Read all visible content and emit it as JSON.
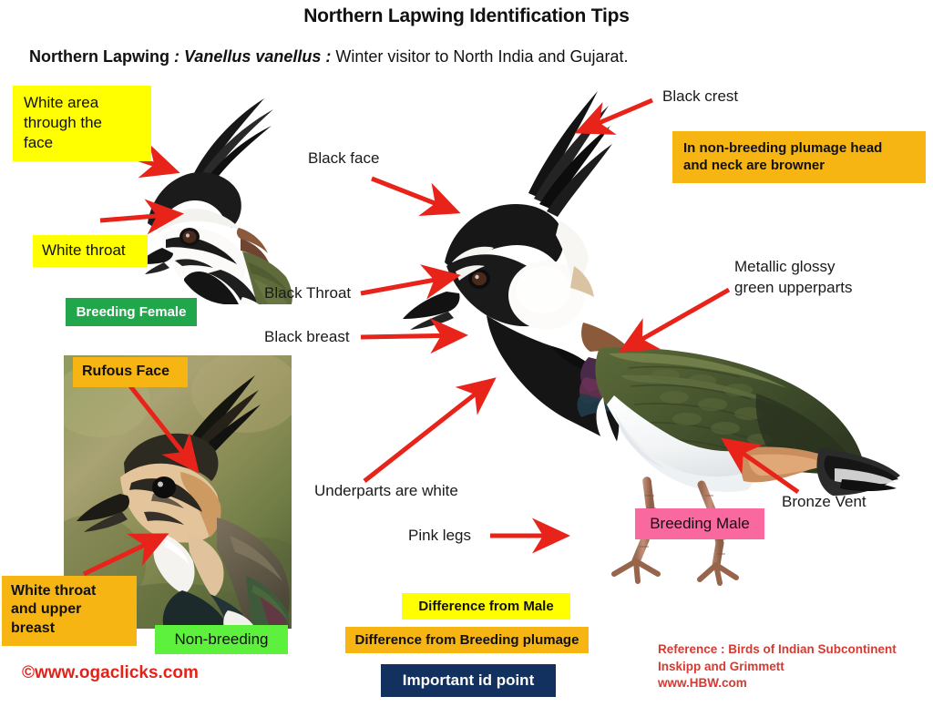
{
  "page": {
    "title": "Northern Lapwing Identification Tips",
    "subtitle": {
      "common_name": "Northern Lapwing",
      "sep1": " : ",
      "scientific_name": "Vanellus vanellus",
      "sep2": " : ",
      "status": " Winter visitor to  North India and Gujarat."
    },
    "site_credit": "©www.ogaclicks.com",
    "reference": {
      "line1": "Reference : Birds of Indian Subcontinent",
      "line2": "Inskipp and Grimmett",
      "line3": "www.HBW.com"
    }
  },
  "panels": {
    "breeding_female": {
      "caption": "Breeding Female",
      "callouts": [
        {
          "text": "White area\nthrough the\nface",
          "style": "yellow"
        },
        {
          "text": "White throat",
          "style": "yellow"
        }
      ]
    },
    "non_breeding": {
      "caption": "Non-breeding",
      "callouts": [
        {
          "text": "Rufous Face",
          "style": "orange"
        },
        {
          "text": "White throat\nand upper\nbreast",
          "style": "orange"
        }
      ]
    },
    "breeding_male": {
      "caption": "Breeding Male",
      "note_box": "In non-breeding plumage head\nand neck are  browner",
      "callouts": [
        {
          "text": "Black crest",
          "style": "plain"
        },
        {
          "text": "Black face",
          "style": "plain"
        },
        {
          "text": "Black Throat",
          "style": "plain"
        },
        {
          "text": "Black breast",
          "style": "plain"
        },
        {
          "text": "Metallic  glossy\ngreen upperparts",
          "style": "plain"
        },
        {
          "text": "Underparts are white",
          "style": "plain"
        },
        {
          "text": "Pink legs",
          "style": "plain"
        },
        {
          "text": "Bronze Vent",
          "style": "plain"
        }
      ]
    }
  },
  "labels": {
    "white_area_through_face_l1": "White area",
    "white_area_through_face_l2": "through the",
    "white_area_through_face_l3": "face",
    "white_throat": "White throat",
    "breeding_female_caption": "Breeding Female",
    "rufous_face": "Rufous Face",
    "white_throat_upper_l1": "White throat",
    "white_throat_upper_l2": "and upper",
    "white_throat_upper_l3": "breast",
    "non_breeding_caption": "Non-breeding",
    "black_face": "Black face",
    "black_throat": "Black Throat",
    "black_breast": "Black breast",
    "black_crest": "Black crest",
    "non_breeding_note_l1": "In non-breeding plumage head",
    "non_breeding_note_l2": "and neck are  browner",
    "metallic_glossy_l1": "Metallic  glossy",
    "metallic_glossy_l2": "green upperparts",
    "underparts_are_white": "Underparts are white",
    "pink_legs": "Pink legs",
    "bronze_vent": "Bronze Vent",
    "breeding_male_caption": "Breeding Male"
  },
  "legend": {
    "difference_from_male": "Difference from Male",
    "difference_from_breeding": "Difference from Breeding plumage",
    "important_id_point": "Important  id point"
  },
  "colors": {
    "yellow": "#ffff00",
    "orange": "#f6b512",
    "green": "#21a64b",
    "lime": "#5df03d",
    "pink": "#f9699f",
    "navy": "#13315f",
    "arrow_red": "#e8231a",
    "reference_red": "#d63a32",
    "credit_red": "#e2231a"
  }
}
